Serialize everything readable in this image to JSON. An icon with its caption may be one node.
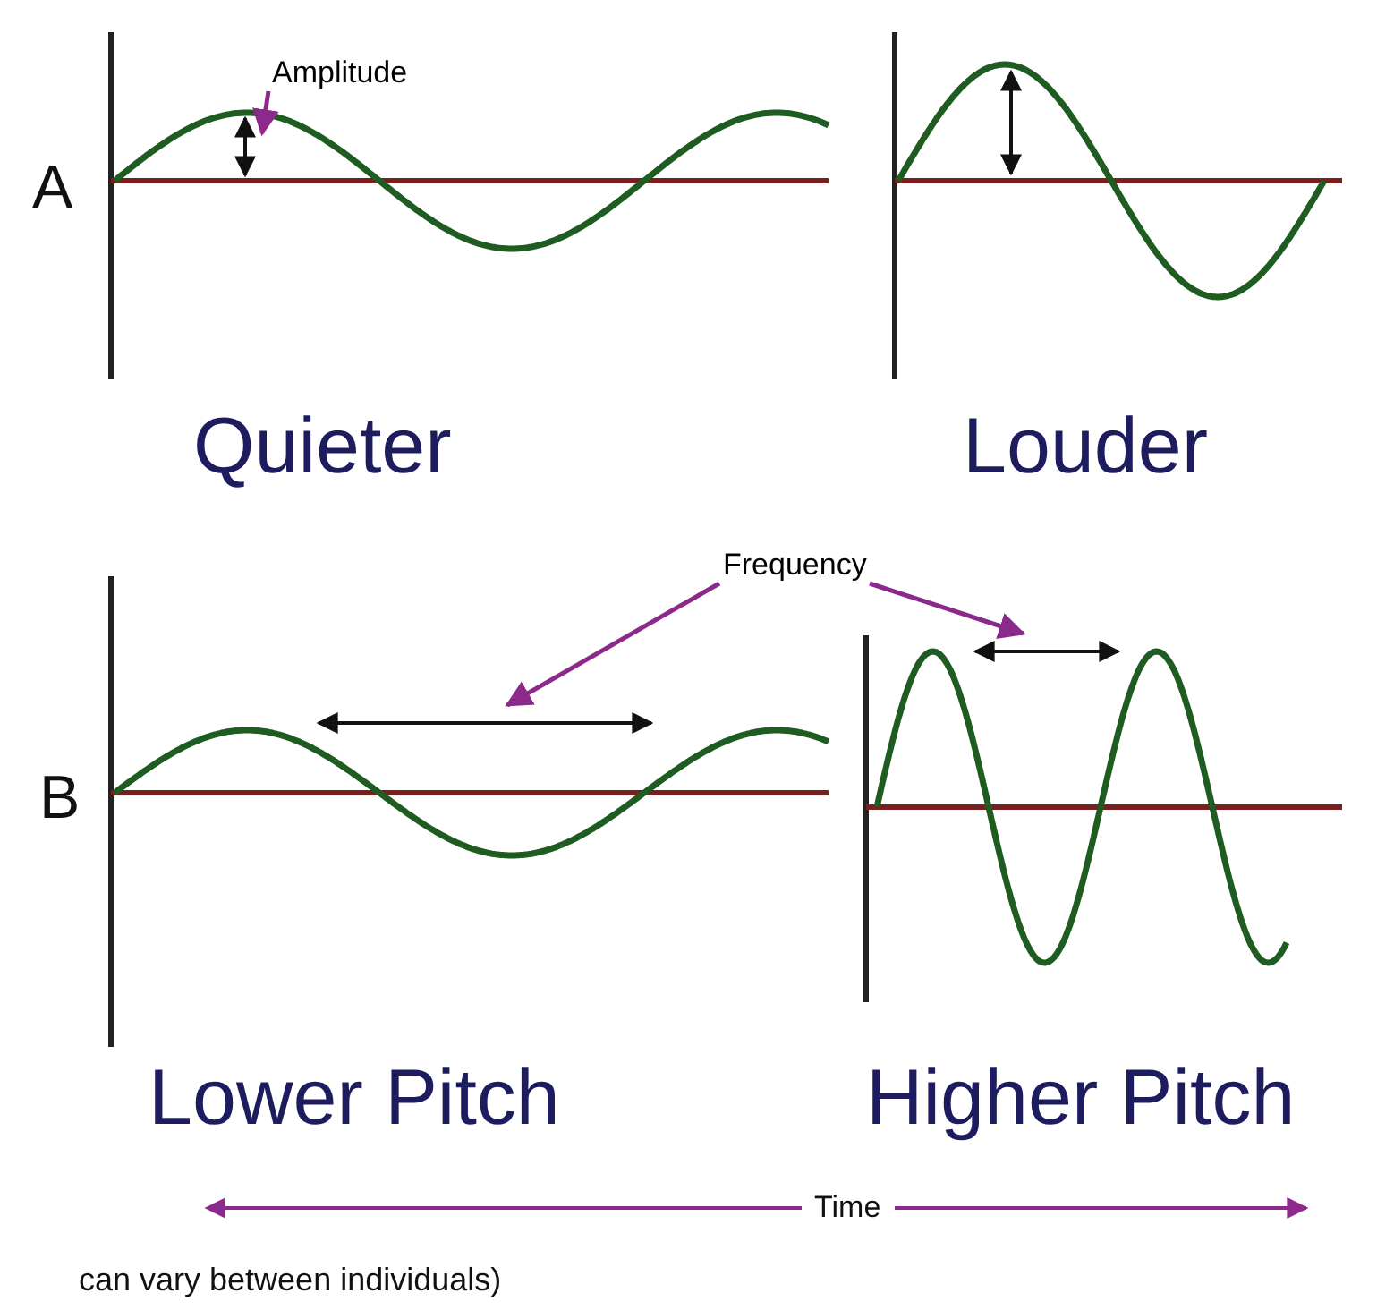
{
  "diagram": {
    "nodes": [
      {
        "text": [
          "Amplitude"
        ]
      },
      {
        "text": [],
        "shape": "arrow"
      },
      {
        "text": [
          "Frequency"
        ]
      },
      {
        "text": [],
        "shape": "arrow"
      },
      {
        "text": [],
        "shape": "arrow"
      }
    ],
    "edges": [
      {
        "from": 0,
        "to": 1,
        "arrow": "to"
      },
      {
        "from": 2,
        "to": 3,
        "arrow": "to"
      },
      {
        "from": 2,
        "to": 4,
        "arrow": "to"
      }
    ],
    "labels": [
      "A",
      "Quieter",
      "Louder",
      "B",
      "Lower Pitch",
      "Higher Pitch",
      "Time",
      "can vary between individuals)"
    ]
  }
}
